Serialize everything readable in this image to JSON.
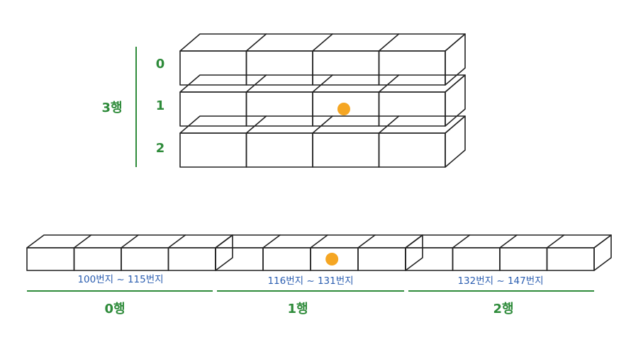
{
  "colors": {
    "green": "#2e8b3a",
    "blue": "#2a5db0",
    "highlight": "#c8ccd2",
    "dot": "#f5a623",
    "stroke": "#222222",
    "cell": "#ffffff"
  },
  "grid": {
    "rows_count": 3,
    "cols_per_row": 4,
    "highlight_row": 1,
    "dot_row": 1,
    "dot_col": 2,
    "group_label": "3행",
    "row_labels": [
      "0",
      "1",
      "2"
    ]
  },
  "memory": {
    "cells_per_row": 4,
    "highlight_row": 1,
    "dot_row": 1,
    "dot_col": 2,
    "rows": [
      {
        "range": "100번지 ~ 115번지",
        "label": "0행"
      },
      {
        "range": "116번지 ~ 131번지",
        "label": "1행"
      },
      {
        "range": "132번지 ~ 147번지",
        "label": "2행"
      }
    ]
  }
}
